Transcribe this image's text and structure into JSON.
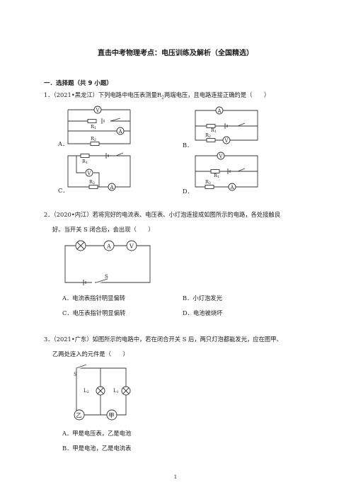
{
  "title": "直击中考物理考点：电压训练及解析（全国精选）",
  "section": "一．选择题（共 9 小题）",
  "q1": {
    "stem_prefix": "1．（2021•黑龙江）下列电路中电压表测量",
    "stem_r": "R",
    "stem_sub": "2",
    "stem_suffix": "两端电压，且电路连接正确的是（　　）",
    "opt_a": "A．",
    "opt_b": "B．",
    "opt_c": "C．",
    "opt_d": "D．",
    "labels": {
      "v": "V",
      "a": "A",
      "r1": "R1",
      "r2": "R2"
    }
  },
  "q2": {
    "line1": "2．（2020•内江）若将完好的电流表、电压表、小灯泡连接成如图所示的电路，各处接触良",
    "line2": "好。当开关 S 闭合后，会出现（　　）",
    "labels": {
      "a": "A",
      "v": "V",
      "s": "S"
    },
    "options": [
      "A．电流表指针明显偏转",
      "B．小灯泡发光",
      "C．电压表指针明显偏转",
      "D．电池被烧坏"
    ]
  },
  "q3": {
    "line1": "3．（2021•广东）如图所示的电路中，若在闭合开关 S 后，两只灯泡都能发光，应在图甲、",
    "line2": "乙两处连入的元件是（　　）",
    "labels": {
      "s": "S",
      "l2": "L2",
      "l1": "L1",
      "yi": "乙",
      "jia": "甲"
    },
    "options": [
      "A．甲是电压表，乙是电池",
      "B．甲是电池，乙是电流表"
    ]
  },
  "page_number": "1"
}
